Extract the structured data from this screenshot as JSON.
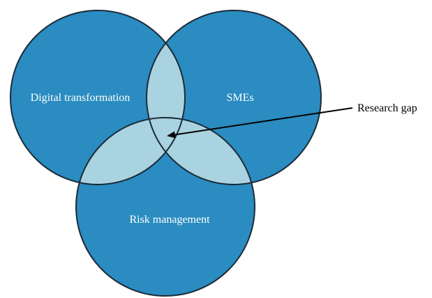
{
  "colors": {
    "circle_fill": "#2a8cc0",
    "overlap_fill": "#a9d3e0",
    "outline": "#1c2a38",
    "arrow": "#000000",
    "background": "#ffffff"
  },
  "sets": [
    {
      "id": "digital",
      "label": "Digital transformation"
    },
    {
      "id": "smes",
      "label": "SMEs"
    },
    {
      "id": "risk",
      "label": "Risk management"
    }
  ],
  "annotation": {
    "label": "Research gap",
    "target": "intersection of all three sets"
  }
}
